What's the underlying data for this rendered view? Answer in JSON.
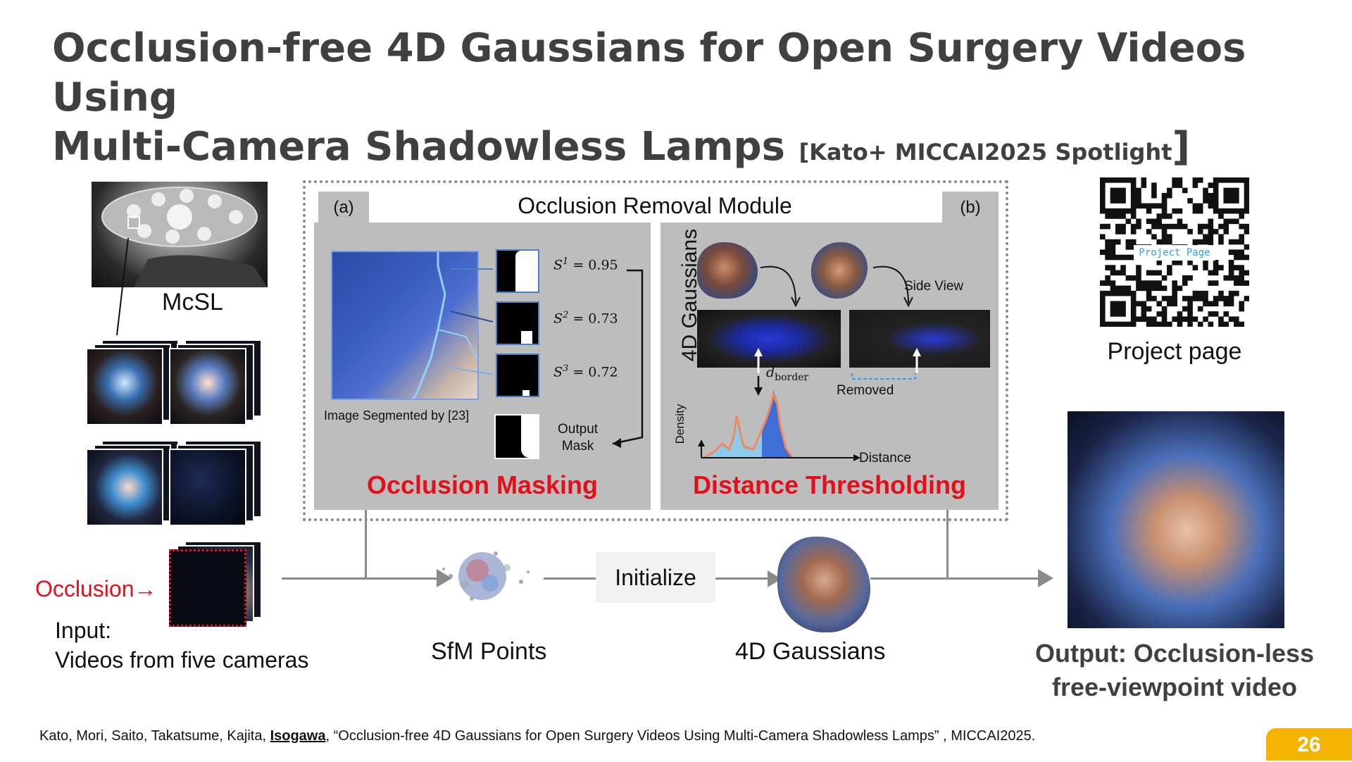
{
  "slide": {
    "title_line1": "Occlusion-free 4D Gaussians for Open Surgery Videos Using",
    "title_line2": "Multi-Camera Shadowless Lamps",
    "title_bracket_open": "[",
    "title_venue": "Kato+ MICCAI2025 Spotlight",
    "title_bracket_close": "]",
    "page_number": "26"
  },
  "left": {
    "mcsl_label": "McSL",
    "occlusion_label": "Occlusion",
    "occlusion_arrow": "→",
    "input_line1": "Input:",
    "input_line2": "Videos from five cameras"
  },
  "module": {
    "title": "Occlusion Removal Module",
    "tag_a": "(a)",
    "tag_b": "(b)",
    "a": {
      "segmented_caption": "Image Segmented by [23]",
      "scores": [
        {
          "sym": "S",
          "sup": "1",
          "val": " = 0.95"
        },
        {
          "sym": "S",
          "sup": "2",
          "val": " = 0.73"
        },
        {
          "sym": "S",
          "sup": "3",
          "val": " = 0.72"
        }
      ],
      "output_mask_line1": "Output",
      "output_mask_line2": "Mask",
      "heading": "Occlusion Masking"
    },
    "b": {
      "vertical_label": "4D Gaussians",
      "side_view": "Side View",
      "d_symbol": "d",
      "d_sub": "border",
      "removed": "Removed",
      "density": "Density",
      "distance": "Distance",
      "heading": "Distance Thresholding"
    }
  },
  "pipeline": {
    "sfm_label": "SfM Points",
    "initialize_label": "Initialize",
    "gaussians_label": "4D Gaussians"
  },
  "right": {
    "project_page": "Project page",
    "qr_text": "Project Page",
    "output_line1": "Output: Occlusion-less",
    "output_line2": "free-viewpoint video"
  },
  "footer": {
    "authors_before": "Kato, Mori, Saito, Takatsume, Kajita, ",
    "authors_underlined": "Isogawa",
    "authors_after": ", “Occlusion-free 4D Gaussians for Open Surgery Videos Using Multi-Camera Shadowless Lamps” , MICCAI2025."
  },
  "colors": {
    "title": "#404040",
    "accent_red": "#e3101a",
    "panel_gray": "#bdbdbd",
    "page_badge": "#f2b400",
    "histogram_blue": "#3f6fd6",
    "histogram_orange": "#f08a5d"
  }
}
